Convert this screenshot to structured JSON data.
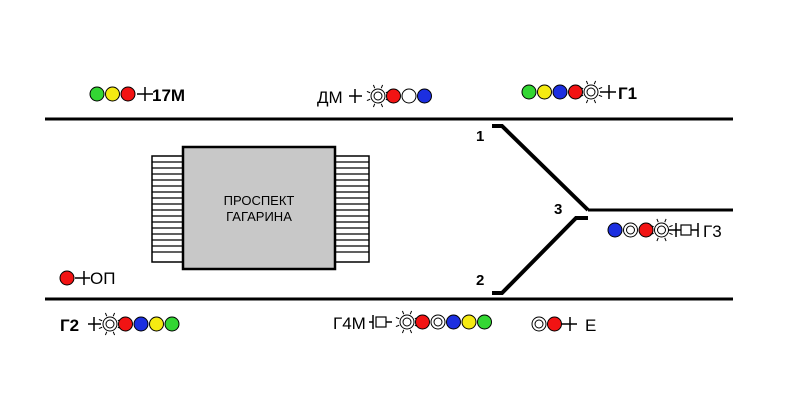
{
  "colors": {
    "red": "#f21313",
    "yellow": "#f5ea12",
    "green": "#33d633",
    "blue": "#1c2fe0",
    "white": "#ffffff",
    "track": "#000000",
    "station_fill": "#c8c8c8"
  },
  "station": {
    "line1": "ПРОСПЕКТ",
    "line2": "ГАГАРИНА"
  },
  "switches": {
    "sw1": "1",
    "sw2": "2",
    "sw3": "3"
  },
  "signals": {
    "s17m": {
      "label": "17М",
      "lamps": [
        "green",
        "yellow",
        "red"
      ]
    },
    "dm": {
      "label": "ДМ",
      "lamps": [
        "star",
        "red",
        "white",
        "blue"
      ]
    },
    "g1": {
      "label": "Г1",
      "lamps": [
        "green",
        "yellow",
        "blue",
        "red",
        "star"
      ]
    },
    "g3": {
      "label": "Г3",
      "lamps": [
        "blue",
        "ring",
        "red",
        "star"
      ]
    },
    "op": {
      "label": "ОП",
      "lamps": [
        "red"
      ]
    },
    "g2": {
      "label": "Г2",
      "lamps": [
        "star",
        "red",
        "blue",
        "yellow",
        "green"
      ]
    },
    "g4m": {
      "label": "Г4М",
      "lamps": [
        "star",
        "red",
        "ring",
        "blue",
        "yellow",
        "green"
      ]
    },
    "e": {
      "label": "Е",
      "lamps": [
        "ring",
        "red"
      ]
    }
  }
}
